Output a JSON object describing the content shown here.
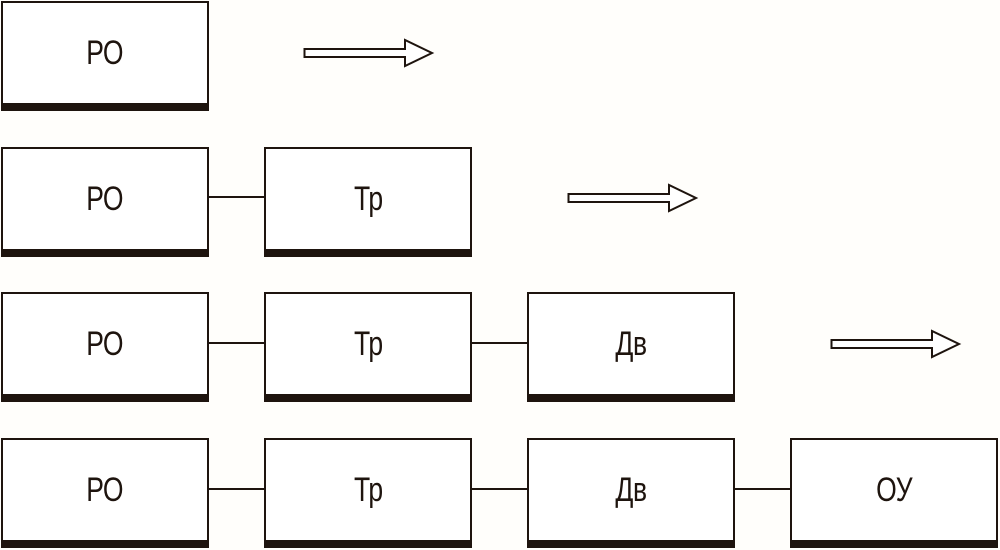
{
  "rows": [
    {
      "blocks": [
        "РО"
      ]
    },
    {
      "blocks": [
        "РО",
        "Тр"
      ]
    },
    {
      "blocks": [
        "РО",
        "Тр",
        "Дв"
      ]
    },
    {
      "blocks": [
        "РО",
        "Тр",
        "Дв",
        "ОУ"
      ]
    }
  ],
  "colors": {
    "stroke": "#1e140e",
    "background": "#fffefb"
  }
}
